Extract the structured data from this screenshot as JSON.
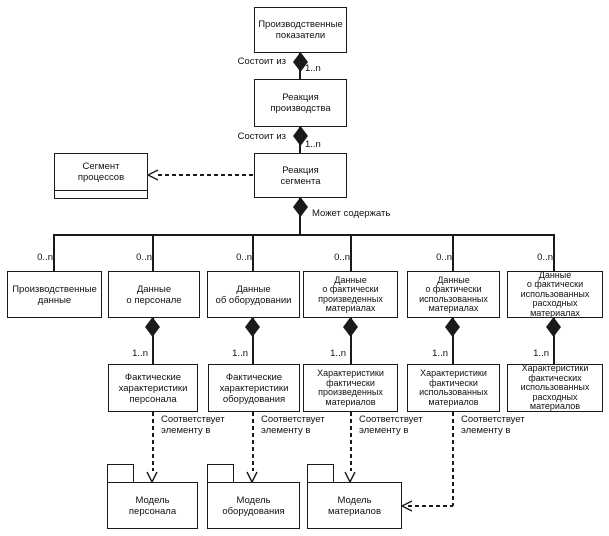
{
  "colors": {
    "line": "#1a1a1a",
    "background": "#ffffff"
  },
  "edge_labels": {
    "consists_of": "Состоит из",
    "may_contain": "Может содержать",
    "corresponds_to": "Соответствует\nэлементу в",
    "mult_zero_n": "0..n",
    "mult_one_n": "1..n"
  },
  "nodes": {
    "prod_indicators": "Производственные\nпоказатели",
    "prod_reaction": "Реакция\nпроизводства",
    "segment_reaction": "Реакция\nсегмента",
    "process_segment": "Сегмент\nпроцессов",
    "prod_data": "Производственные\nданные",
    "personnel_data": "Данные\nо персонале",
    "equipment_data": "Данные\nоб оборудовании",
    "produced_materials_data": "Данные\nо фактически\nпроизведенных\nматериалах",
    "used_materials_data": "Данные\nо фактически\nиспользованных\nматериалах",
    "consumable_materials_data": "Данные\nо фактически\nиспользованных\nрасходных\nматериалах",
    "personnel_chars": "Фактические\nхарактеристики\nперсонала",
    "equipment_chars": "Фактические\nхарактеристики\nоборудования",
    "produced_materials_chars": "Характеристики\nфактически\nпроизведенных\nматериалов",
    "used_materials_chars": "Характеристики\nфактически\nиспользованных\nматериалов",
    "consumable_materials_chars": "Характеристики\nфактических\nиспользованных\nрасходных\nматериалов",
    "personnel_model": "Модель\nперсонала",
    "equipment_model": "Модель\nоборудования",
    "materials_model": "Модель\nматериалов"
  }
}
